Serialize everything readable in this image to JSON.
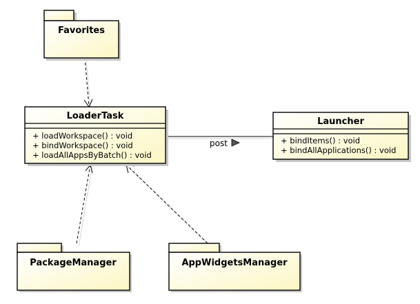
{
  "packages": {
    "favorites": "Favorites",
    "package_manager": "PackageManager",
    "app_widgets_manager": "AppWidgetsManager"
  },
  "classes": {
    "loader_task": {
      "name": "LoaderTask",
      "operations": [
        "+ loadWorkspace() : void",
        "+ bindWorkspace() : void",
        "+ loadAllAppsByBatch() : void"
      ]
    },
    "launcher": {
      "name": "Launcher",
      "operations": [
        "+ bindItems() : void",
        "+ bindAllApplications() : void"
      ]
    }
  },
  "association": {
    "label": "post"
  },
  "colors": {
    "box_fill_light": "#ffffff",
    "box_fill_dark": "#fcf7c4",
    "stroke": "#000000",
    "shadow": "#c8c8c8"
  }
}
